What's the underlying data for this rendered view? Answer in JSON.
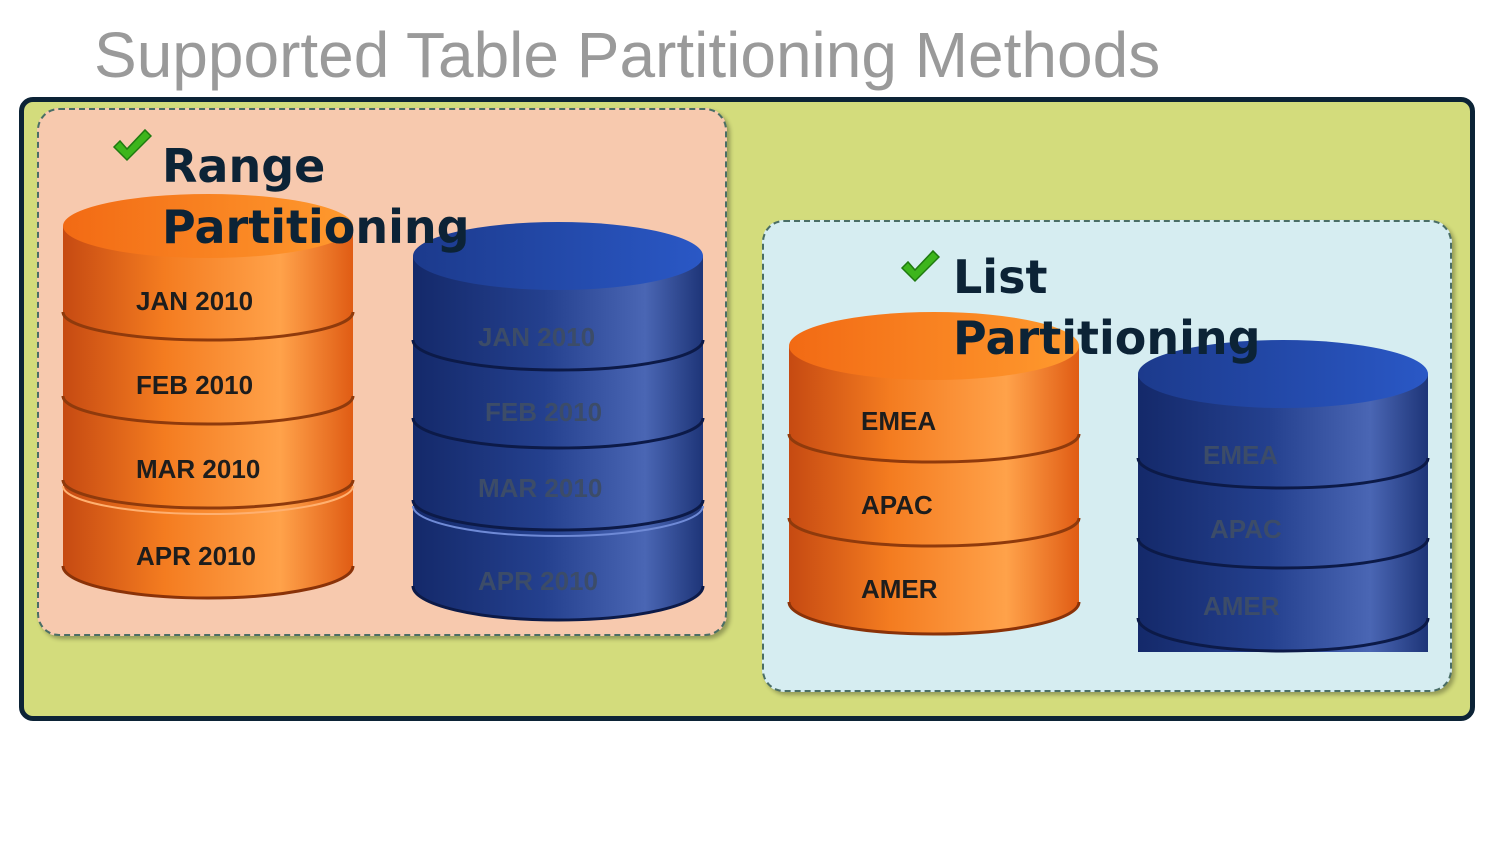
{
  "title": "Supported Table Partitioning Methods",
  "range": {
    "title": "Range Partitioning",
    "orange_segments": [
      "JAN 2010",
      "FEB 2010",
      "MAR 2010",
      "APR 2010"
    ],
    "blue_segments": [
      "JAN 2010",
      "FEB 2010",
      "MAR 2010",
      "APR 2010"
    ]
  },
  "list": {
    "title": "List Partitioning",
    "orange_segments": [
      "EMEA",
      "APAC",
      "AMER"
    ],
    "blue_segments": [
      "EMEA",
      "APAC",
      "AMER"
    ]
  },
  "colors": {
    "frame_background": "#d3dc7c",
    "frame_border": "#0c2336",
    "range_panel": "#f7c9ae",
    "list_panel": "#d6edf1",
    "orange_cylinder": "#f47c20",
    "blue_cylinder": "#1f3b84",
    "title_text": "#9a9a9a",
    "check": "#3db51c"
  },
  "icons": [
    "check-icon"
  ]
}
